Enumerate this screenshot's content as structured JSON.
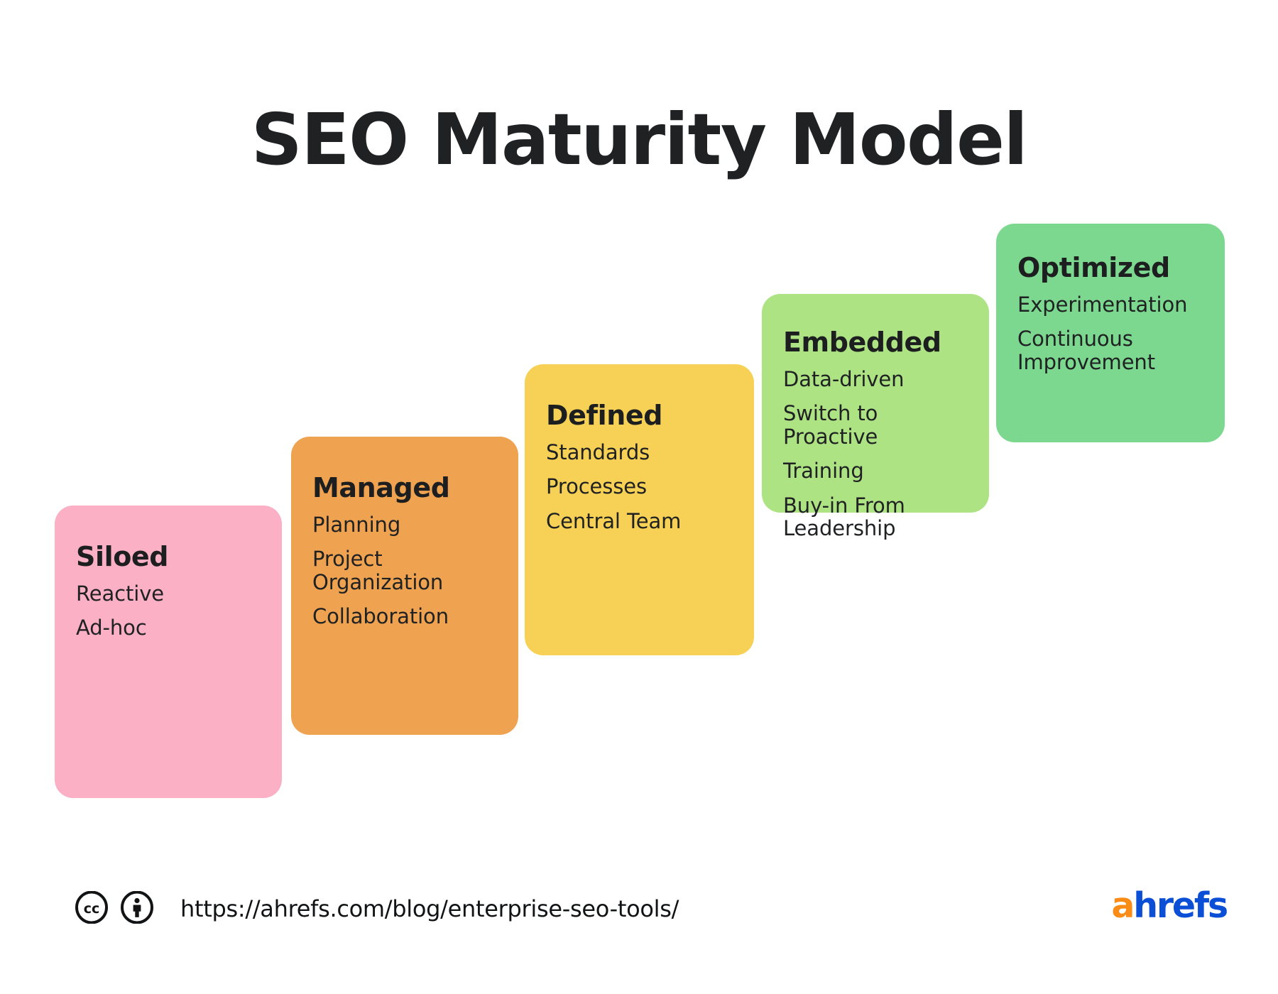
{
  "title": "SEO Maturity Model",
  "stages": [
    {
      "name": "Siloed",
      "color": "#fbb0c5",
      "items": [
        "Reactive",
        "Ad-hoc"
      ]
    },
    {
      "name": "Managed",
      "color": "#efa24f",
      "items": [
        "Planning",
        "Project Organization",
        "Collaboration"
      ]
    },
    {
      "name": "Defined",
      "color": "#f7d155",
      "items": [
        "Standards",
        "Processes",
        "Central Team"
      ]
    },
    {
      "name": "Embedded",
      "color": "#aee384",
      "items": [
        "Data-driven",
        "Switch to Proactive",
        "Training",
        "Buy-in From Leadership"
      ]
    },
    {
      "name": "Optimized",
      "color": "#7cd88e",
      "items": [
        "Experimentation",
        "Continuous Improvement"
      ]
    }
  ],
  "footer": {
    "license_icons": [
      "creative-commons-icon",
      "creative-commons-by-icon"
    ],
    "url": "https://ahrefs.com/blog/enterprise-seo-tools/",
    "brand_first": "a",
    "brand_rest": "hrefs",
    "brand_color_a": "#f98c17",
    "brand_color_rest": "#0a4fd6"
  }
}
